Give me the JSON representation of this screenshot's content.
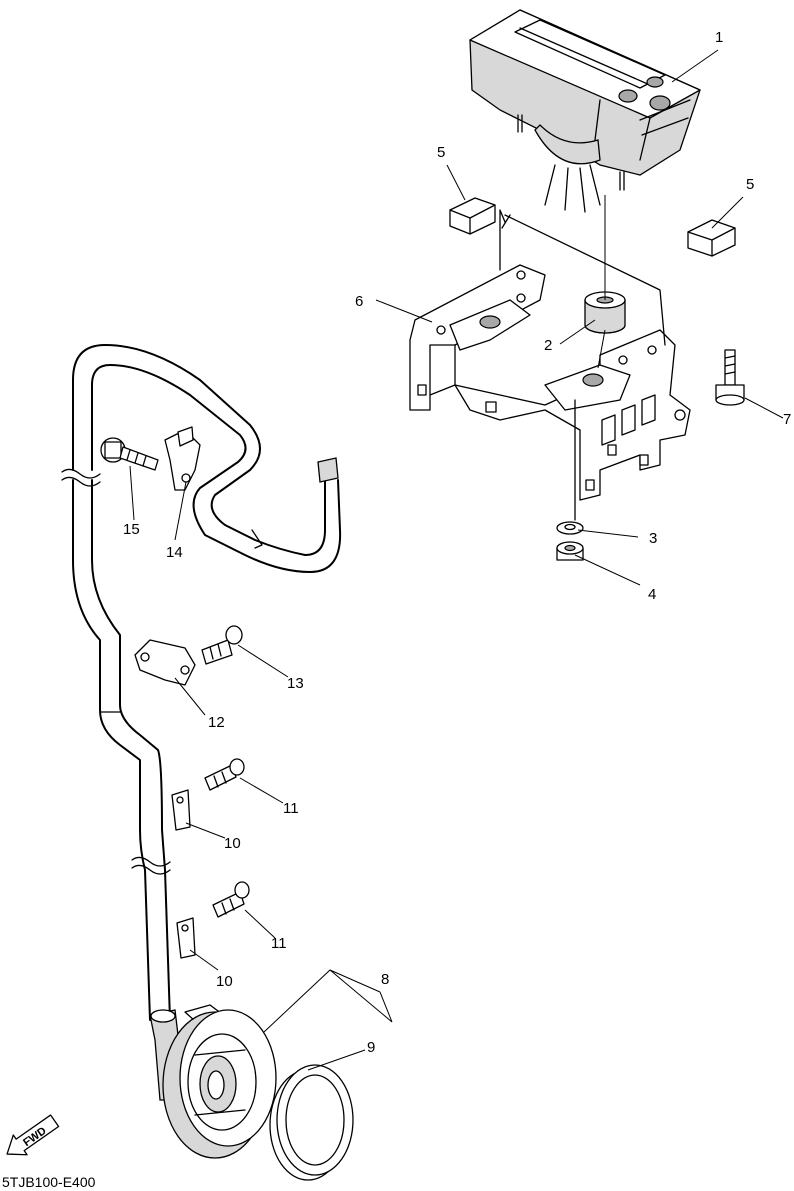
{
  "callouts": [
    {
      "id": "c1",
      "label": "1"
    },
    {
      "id": "c2",
      "label": "2"
    },
    {
      "id": "c3",
      "label": "3"
    },
    {
      "id": "c4",
      "label": "4"
    },
    {
      "id": "c5a",
      "label": "5"
    },
    {
      "id": "c5b",
      "label": "5"
    },
    {
      "id": "c6",
      "label": "6"
    },
    {
      "id": "c7",
      "label": "7"
    },
    {
      "id": "c8",
      "label": "8"
    },
    {
      "id": "c9",
      "label": "9"
    },
    {
      "id": "c10a",
      "label": "10"
    },
    {
      "id": "c10b",
      "label": "10"
    },
    {
      "id": "c11a",
      "label": "11"
    },
    {
      "id": "c11b",
      "label": "11"
    },
    {
      "id": "c12",
      "label": "12"
    },
    {
      "id": "c13",
      "label": "13"
    },
    {
      "id": "c14",
      "label": "14"
    },
    {
      "id": "c15",
      "label": "15"
    }
  ],
  "direction_marker": {
    "label": "FWD",
    "icon": "fwd-arrow-icon"
  },
  "diagram_code": "5TJB100-E400"
}
